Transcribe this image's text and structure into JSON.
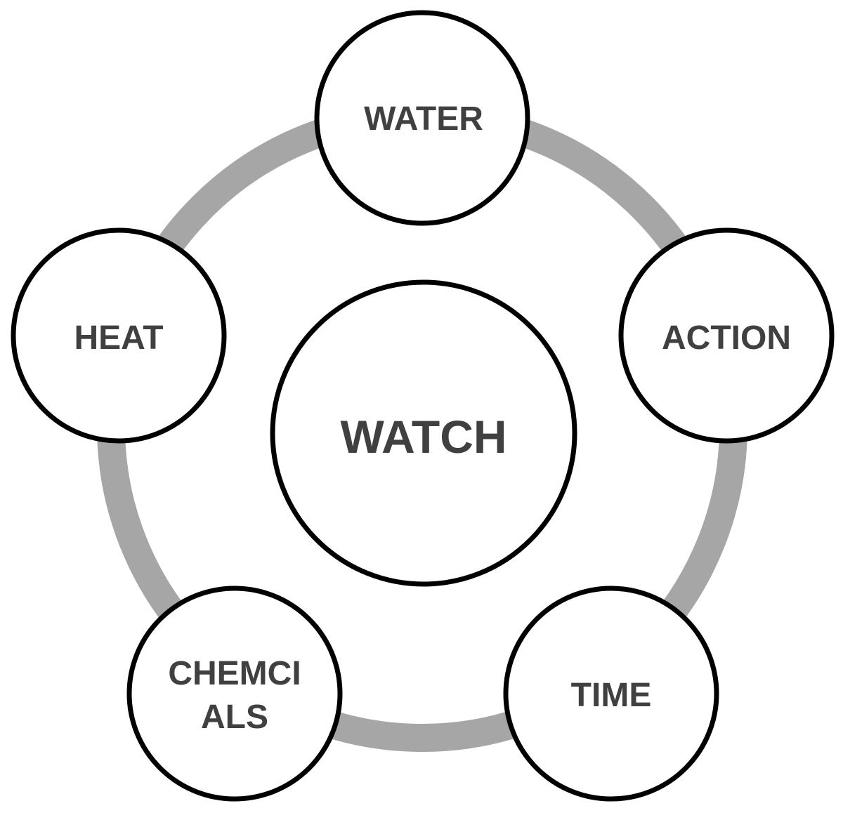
{
  "diagram": {
    "center": {
      "label": "WATCH"
    },
    "nodes": [
      {
        "id": "water",
        "lines": [
          "WATER"
        ]
      },
      {
        "id": "action",
        "lines": [
          "ACTION"
        ]
      },
      {
        "id": "time",
        "lines": [
          "TIME"
        ]
      },
      {
        "id": "chemicals",
        "lines": [
          "CHEMCI",
          "ALS"
        ]
      },
      {
        "id": "heat",
        "lines": [
          "HEAT"
        ]
      }
    ],
    "colors": {
      "ring": "#a6a6a6",
      "outline": "#000000",
      "fill": "#ffffff",
      "text": "#404040"
    }
  }
}
